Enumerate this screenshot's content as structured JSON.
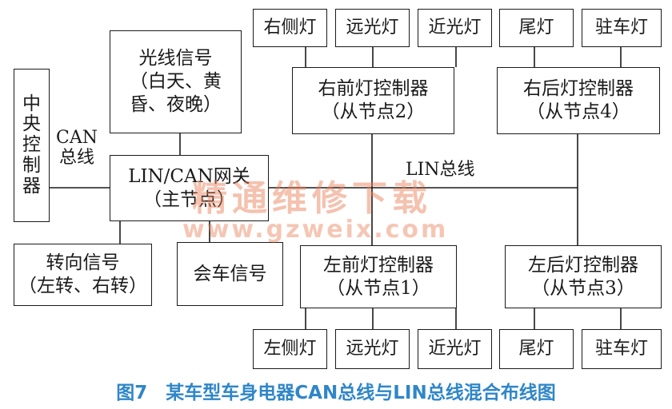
{
  "diagram": {
    "central_controller": [
      "中",
      "央",
      "控",
      "制",
      "器"
    ],
    "can_bus_label": [
      "CAN",
      "总线"
    ],
    "light_signal": [
      "光线信号",
      "（白天、黄",
      "昏、夜晚）"
    ],
    "gateway": [
      "LIN/CAN网关",
      "（主节点）"
    ],
    "turn_signal": [
      "转向信号",
      "（左转、右转）"
    ],
    "meeting_signal": "会车信号",
    "lin_bus_label": "LIN总线",
    "right_front_controller": [
      "右前灯控制器",
      "（从节点2）"
    ],
    "right_rear_controller": [
      "右后灯控制器",
      "（从节点4）"
    ],
    "left_front_controller": [
      "左前灯控制器",
      "（从节点1）"
    ],
    "left_rear_controller": [
      "左后灯控制器",
      "（从节点3）"
    ],
    "top_lamps": [
      "右侧灯",
      "远光灯",
      "近光灯",
      "尾灯",
      "驻车灯"
    ],
    "bottom_lamps": [
      "左侧灯",
      "远光灯",
      "近光灯",
      "尾灯",
      "驻车灯"
    ]
  },
  "watermark": {
    "brand": "精通维修下载",
    "url": "www.gzweix.com"
  },
  "caption": "图7　某车型车身电器CAN总线与LIN总线混合布线图"
}
